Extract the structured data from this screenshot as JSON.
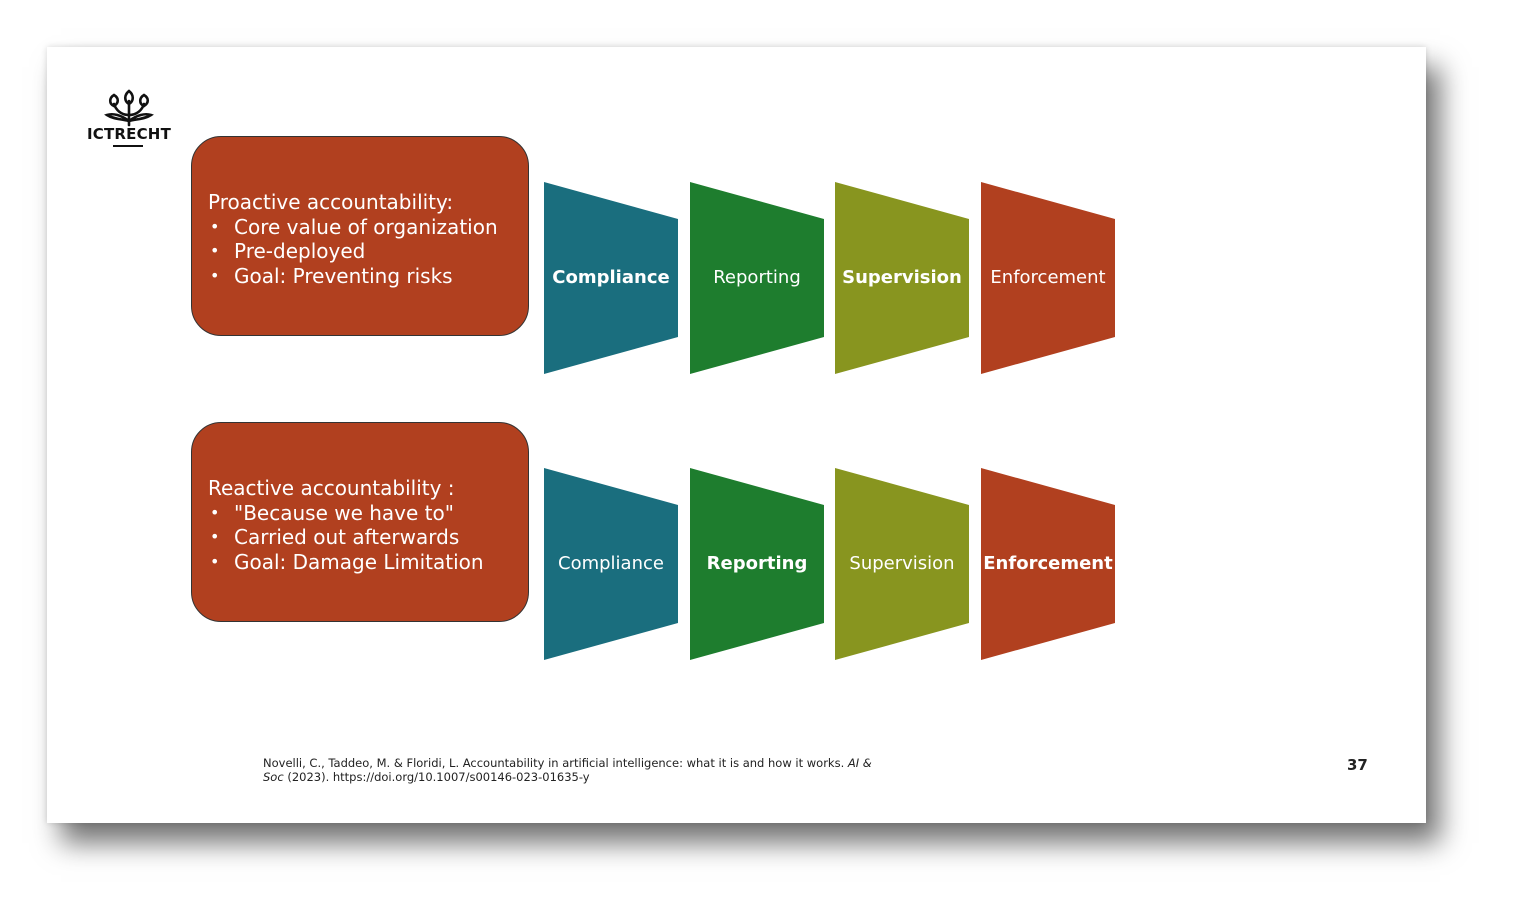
{
  "logo": {
    "name": "ICTRECHT"
  },
  "colors": {
    "compliance": "#1a6e7e",
    "reporting": "#1e7d2e",
    "supervision": "#88951f",
    "enforcement": "#b1401f",
    "box": "#b1401f"
  },
  "rows": [
    {
      "heading": "Proactive accountability:",
      "bullets": [
        "Core value of organization",
        "Pre-deployed",
        "Goal: Preventing risks"
      ],
      "stages": [
        {
          "label": "Compliance",
          "bold": true
        },
        {
          "label": "Reporting",
          "bold": false
        },
        {
          "label": "Supervision",
          "bold": true
        },
        {
          "label": "Enforcement",
          "bold": false
        }
      ]
    },
    {
      "heading": "Reactive accountability :",
      "bullets": [
        "\"Because we have to\"",
        "Carried out afterwards",
        "Goal: Damage Limitation"
      ],
      "stages": [
        {
          "label": "Compliance",
          "bold": false
        },
        {
          "label": "Reporting",
          "bold": true
        },
        {
          "label": "Supervision",
          "bold": false
        },
        {
          "label": "Enforcement",
          "bold": true
        }
      ]
    }
  ],
  "bullet_symbol": "•",
  "citation": {
    "part1": "Novelli, C., Taddeo, M. & Floridi, L. Accountability in artificial intelligence: what it is and how it works. ",
    "journal_1": "AI &",
    "journal_2": "Soc",
    "part2": " (2023). https://doi.org/10.1007/s00146-023-01635-y"
  },
  "page_number": "37"
}
